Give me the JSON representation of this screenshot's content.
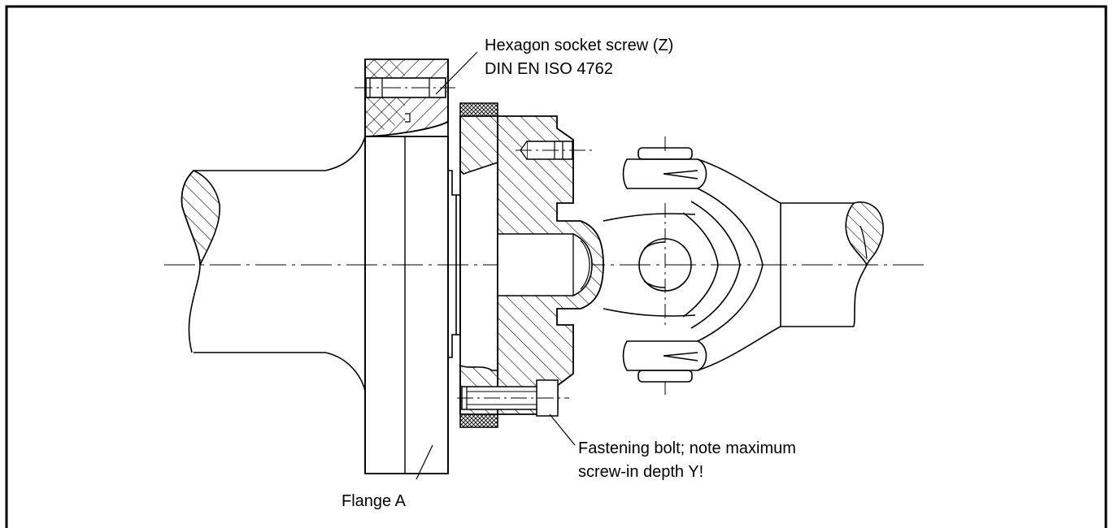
{
  "labels": {
    "hex_screw_line1": "Hexagon socket screw (Z)",
    "hex_screw_line2": "DIN EN ISO 4762",
    "bolt_line1": "Fastening bolt; note maximum",
    "bolt_line2": "screw-in depth Y!",
    "flange": "Flange A"
  }
}
